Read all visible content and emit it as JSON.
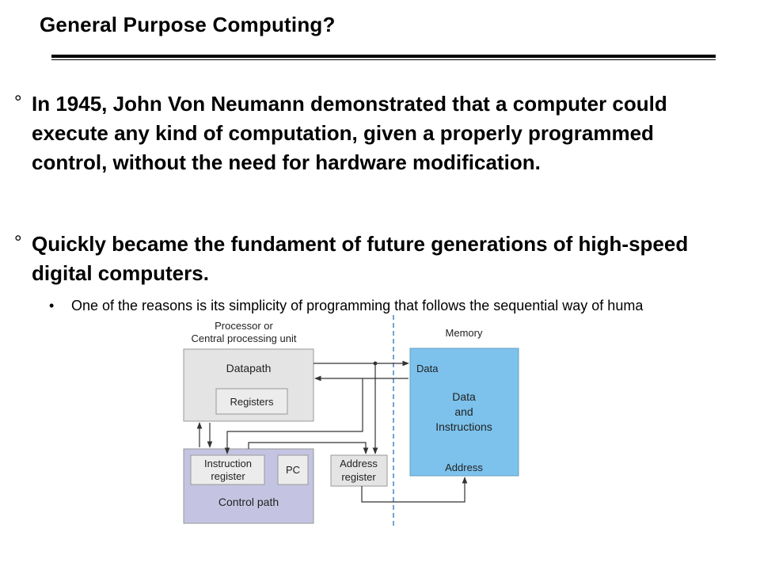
{
  "slide": {
    "title": "General Purpose Computing?",
    "bullets": [
      {
        "marker": "°",
        "text": "In 1945, John Von Neumann demonstrated that a computer could execute any kind of computation, given a properly programmed control, without the need for hardware modification."
      },
      {
        "marker": "°",
        "text": "Quickly became the fundament of future generations of high-speed digital computers."
      }
    ],
    "sub_bullet": {
      "marker": "•",
      "text": "One of the reasons is its simplicity of programming that follows the sequential way of huma"
    }
  },
  "diagram": {
    "processor_label_line1": "Processor or",
    "processor_label_line2": "Central processing unit",
    "memory_label": "Memory",
    "datapath": "Datapath",
    "registers": "Registers",
    "instruction_register_line1": "Instruction",
    "instruction_register_line2": "register",
    "pc": "PC",
    "control_path": "Control path",
    "address_register_line1": "Address",
    "address_register_line2": "register",
    "memory_data": "Data",
    "memory_content_line1": "Data",
    "memory_content_line2": "and",
    "memory_content_line3": "Instructions",
    "memory_address": "Address",
    "colors": {
      "datapath_fill": "#e4e4e4",
      "control_fill": "#c4c4e2",
      "memory_fill": "#7cc2ec",
      "divider": "#4a82c0"
    }
  }
}
